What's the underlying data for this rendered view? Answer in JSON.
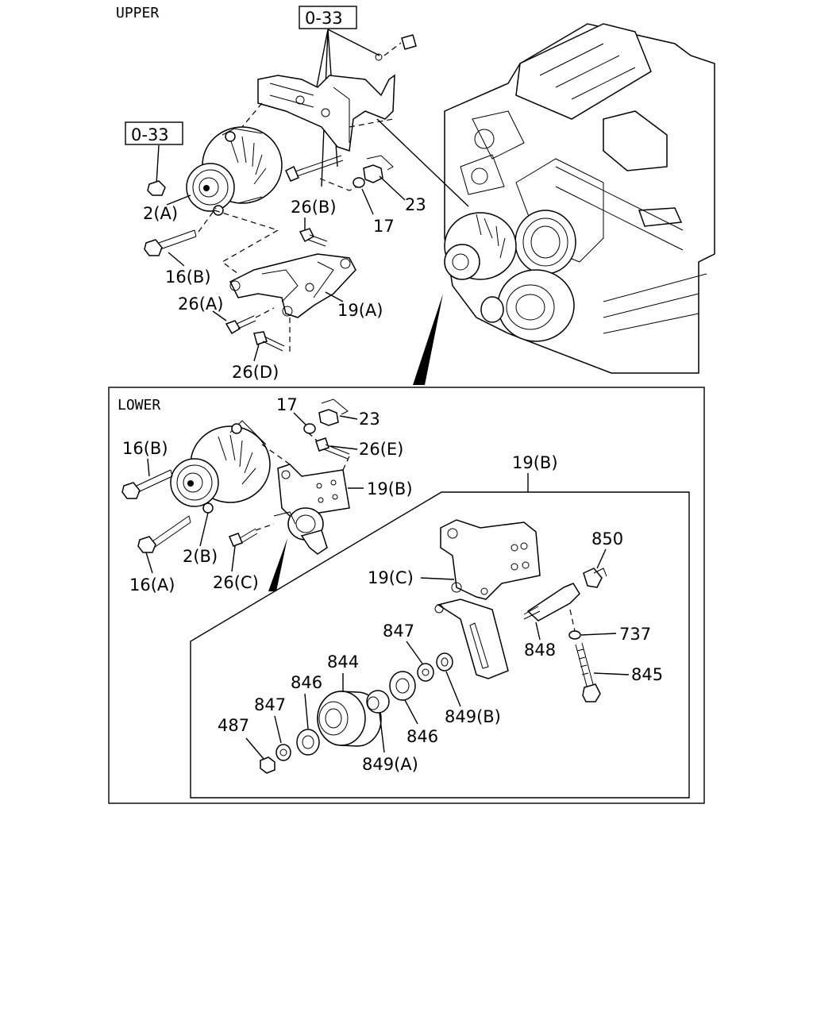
{
  "sections": {
    "upper": "UPPER",
    "lower": "LOWER"
  },
  "refs": {
    "top": "0-33",
    "left": "0-33"
  },
  "upper_labels": {
    "alt_2a": "2(A)",
    "bolt_16b": "16(B)",
    "bolt_26b": "26(B)",
    "washer_17": "17",
    "nut_23": "23",
    "bolt_26a": "26(A)",
    "bracket_19a": "19(A)",
    "bolt_26d": "26(D)"
  },
  "lower_labels": {
    "washer_17": "17",
    "nut_23": "23",
    "bolt_16b": "16(B)",
    "bolt_26e": "26(E)",
    "bracket_19b": "19(B)",
    "bracket_19b_callout": "19(B)",
    "alt_2b": "2(B)",
    "bolt_16a": "16(A)",
    "bolt_26c": "26(C)"
  },
  "detail_labels": {
    "p850": "850",
    "p19c": "19(C)",
    "p847a": "847",
    "p844": "844",
    "p846a": "846",
    "p848": "848",
    "p737": "737",
    "p847b": "847",
    "p845": "845",
    "p849b": "849(B)",
    "p487": "487",
    "p846b": "846",
    "p849a": "849(A)"
  }
}
